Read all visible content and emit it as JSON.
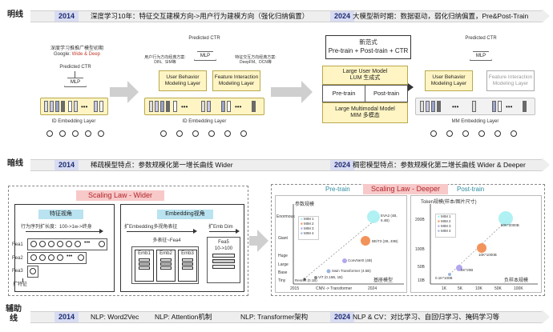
{
  "lines": {
    "main": "明线",
    "dark": "暗线",
    "aux": "辅助线"
  },
  "banner1": {
    "year1": "2014",
    "text1": "深度学习10年：特征交互建模方向->用户行为建模方向（强化归纳偏置）",
    "year2": "2024",
    "text2": "大模型新时期：数据驱动，弱化归纳偏置，Pre&Post-Train"
  },
  "banner2": {
    "year1": "2014",
    "text1": "稀疏模型特点：参数规模化第一增长曲线 Wider",
    "year2": "2024",
    "text2": "稠密模型特点：参数规模化第二增长曲线 Wider & Deeper"
  },
  "banner3": {
    "year1": "2014",
    "text1": "NLP: Word2Vec",
    "text2": "NLP: Attention机制",
    "text3": "NLP: Transformer架构",
    "year2": "2024",
    "text4": "NLP & CV：对比学习、自回归学习、掩码学习等"
  },
  "wd": {
    "note1": "深度学习推推广模型初期",
    "note2": "Google:",
    "note3": "Wide & Deep",
    "ctr": "Predicted CTR",
    "mlp": "MLP",
    "emb": "ID Embedding Layer"
  },
  "mid": {
    "ctr": "Predicted CTR",
    "mlp": "MLP",
    "left_note1": "用户行为方向经典方案:",
    "left_note2": "DIN、SIM等",
    "right_note1": "特征交互方向经典方案:",
    "right_note2": "DeepFM、DCN等",
    "ub": "User Behavior Modeling Layer",
    "fi": "Feature Interaction Modeling Layer",
    "emb": "ID Embedding Layer"
  },
  "new": {
    "title": "新范式",
    "subtitle": "Pre-train + Post-train + CTR",
    "lum1": "Large User Model",
    "lum2": "LUM 生成式",
    "pre": "Pre-train",
    "post": "Post-train",
    "mim1": "Large Multimodal Model",
    "mim2": "MIM 多模态",
    "ctr": "Predicted CTR",
    "mlp": "MLP",
    "ub": "User Behavior Modeling Layer",
    "fi": "Feature Interaction Modeling Layer",
    "emb": "MM Embedding Layer"
  },
  "wider": {
    "title": "Scaling Law - Wider",
    "feat": "特征视角",
    "seq": "行为序列扩长度：100->1w->终身",
    "fea1": "Fea1",
    "fea2": "Fea2",
    "fea3": "Fea3",
    "expand": "扩特征",
    "embv": "Embedding视角",
    "multi": "扩Embedding多视角表征",
    "dim": "扩Emb Dim",
    "multi_fea": "多表征~Fea4",
    "emb1": "Emb1",
    "emb2": "Emb2",
    "emb3": "Emb3",
    "fea5": "Fea5",
    "fea5_dim": "10->100"
  },
  "deeper": {
    "title": "Scaling Law - Deeper",
    "pre": "Pre-train",
    "post": "Post-train",
    "left_ylabel": "参数规模",
    "left_xlabel": "基座模型",
    "left_y": [
      "Enormous",
      "Giant",
      "Huge",
      "Large",
      "Base",
      "Tiny"
    ],
    "left_x": [
      "2015",
      "CNN -> Transformer",
      "2024"
    ],
    "left_legend": [
      "MIM 1",
      "MIM 2",
      "MIM 3",
      "MIM 4"
    ],
    "left_points": [
      "EVA2 (4B, 6.4B)",
      "BEiT3 (2B, 40B)",
      "ConvNeXt (4B)",
      "Swin Transformer (4.5B)",
      "ViT (0.15B, 1B)",
      "Resnet (0.1B)"
    ],
    "right_ylabel": "Token规模(样本/图片尺寸)",
    "right_xlabel": "负样本规模",
    "right_y": [
      "200B",
      "100B",
      "50B",
      "10B"
    ],
    "right_x": [
      "1K",
      "5K",
      "10K",
      "50K",
      "100K"
    ],
    "right_legend": [
      "MIM 1",
      "MIM 2",
      "MIM 3",
      "MIM 4"
    ],
    "right_points": [
      "50K*2000B",
      "10K*1000B",
      "5K*20B",
      "0.1K*100B"
    ]
  },
  "colors": {
    "year_bg": "#d8dcf2",
    "year_text": "#1c2a70",
    "yellow_box": "#fff5c4",
    "scaling_title_bg": "#f7c9c9",
    "scaling_title_text": "#b3262b",
    "teal": "#2c8b9e"
  }
}
